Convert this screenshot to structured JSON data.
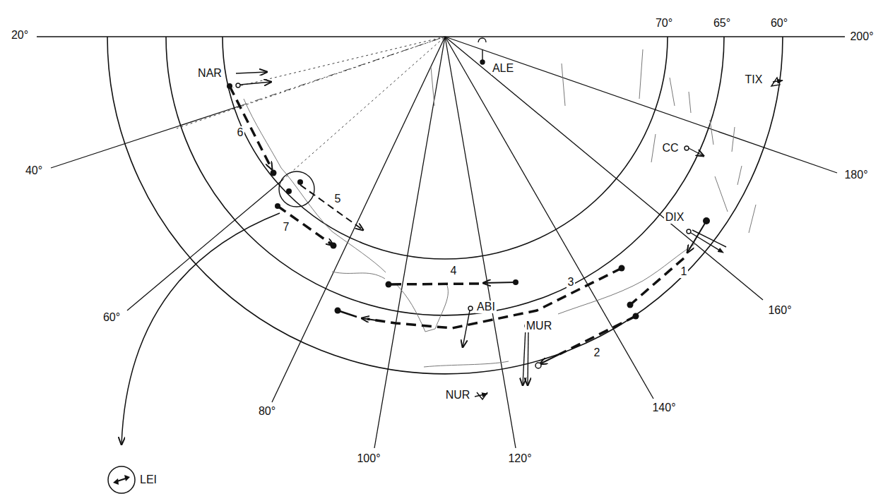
{
  "diagram": {
    "nodes": [
      {
        "text": [
          "LEI"
        ]
      }
    ],
    "labels": [
      "20°",
      "70°",
      "65°",
      "60°",
      "200°",
      "NAR",
      "ALE",
      "TIX",
      "40°",
      "CC",
      "180°",
      "6",
      "5",
      "DIX",
      "1",
      "7",
      "4",
      "3",
      "ABI",
      "160°",
      "60°",
      "MUR",
      "2",
      "NUR",
      "80°",
      "140°",
      "100°",
      "120°"
    ]
  }
}
